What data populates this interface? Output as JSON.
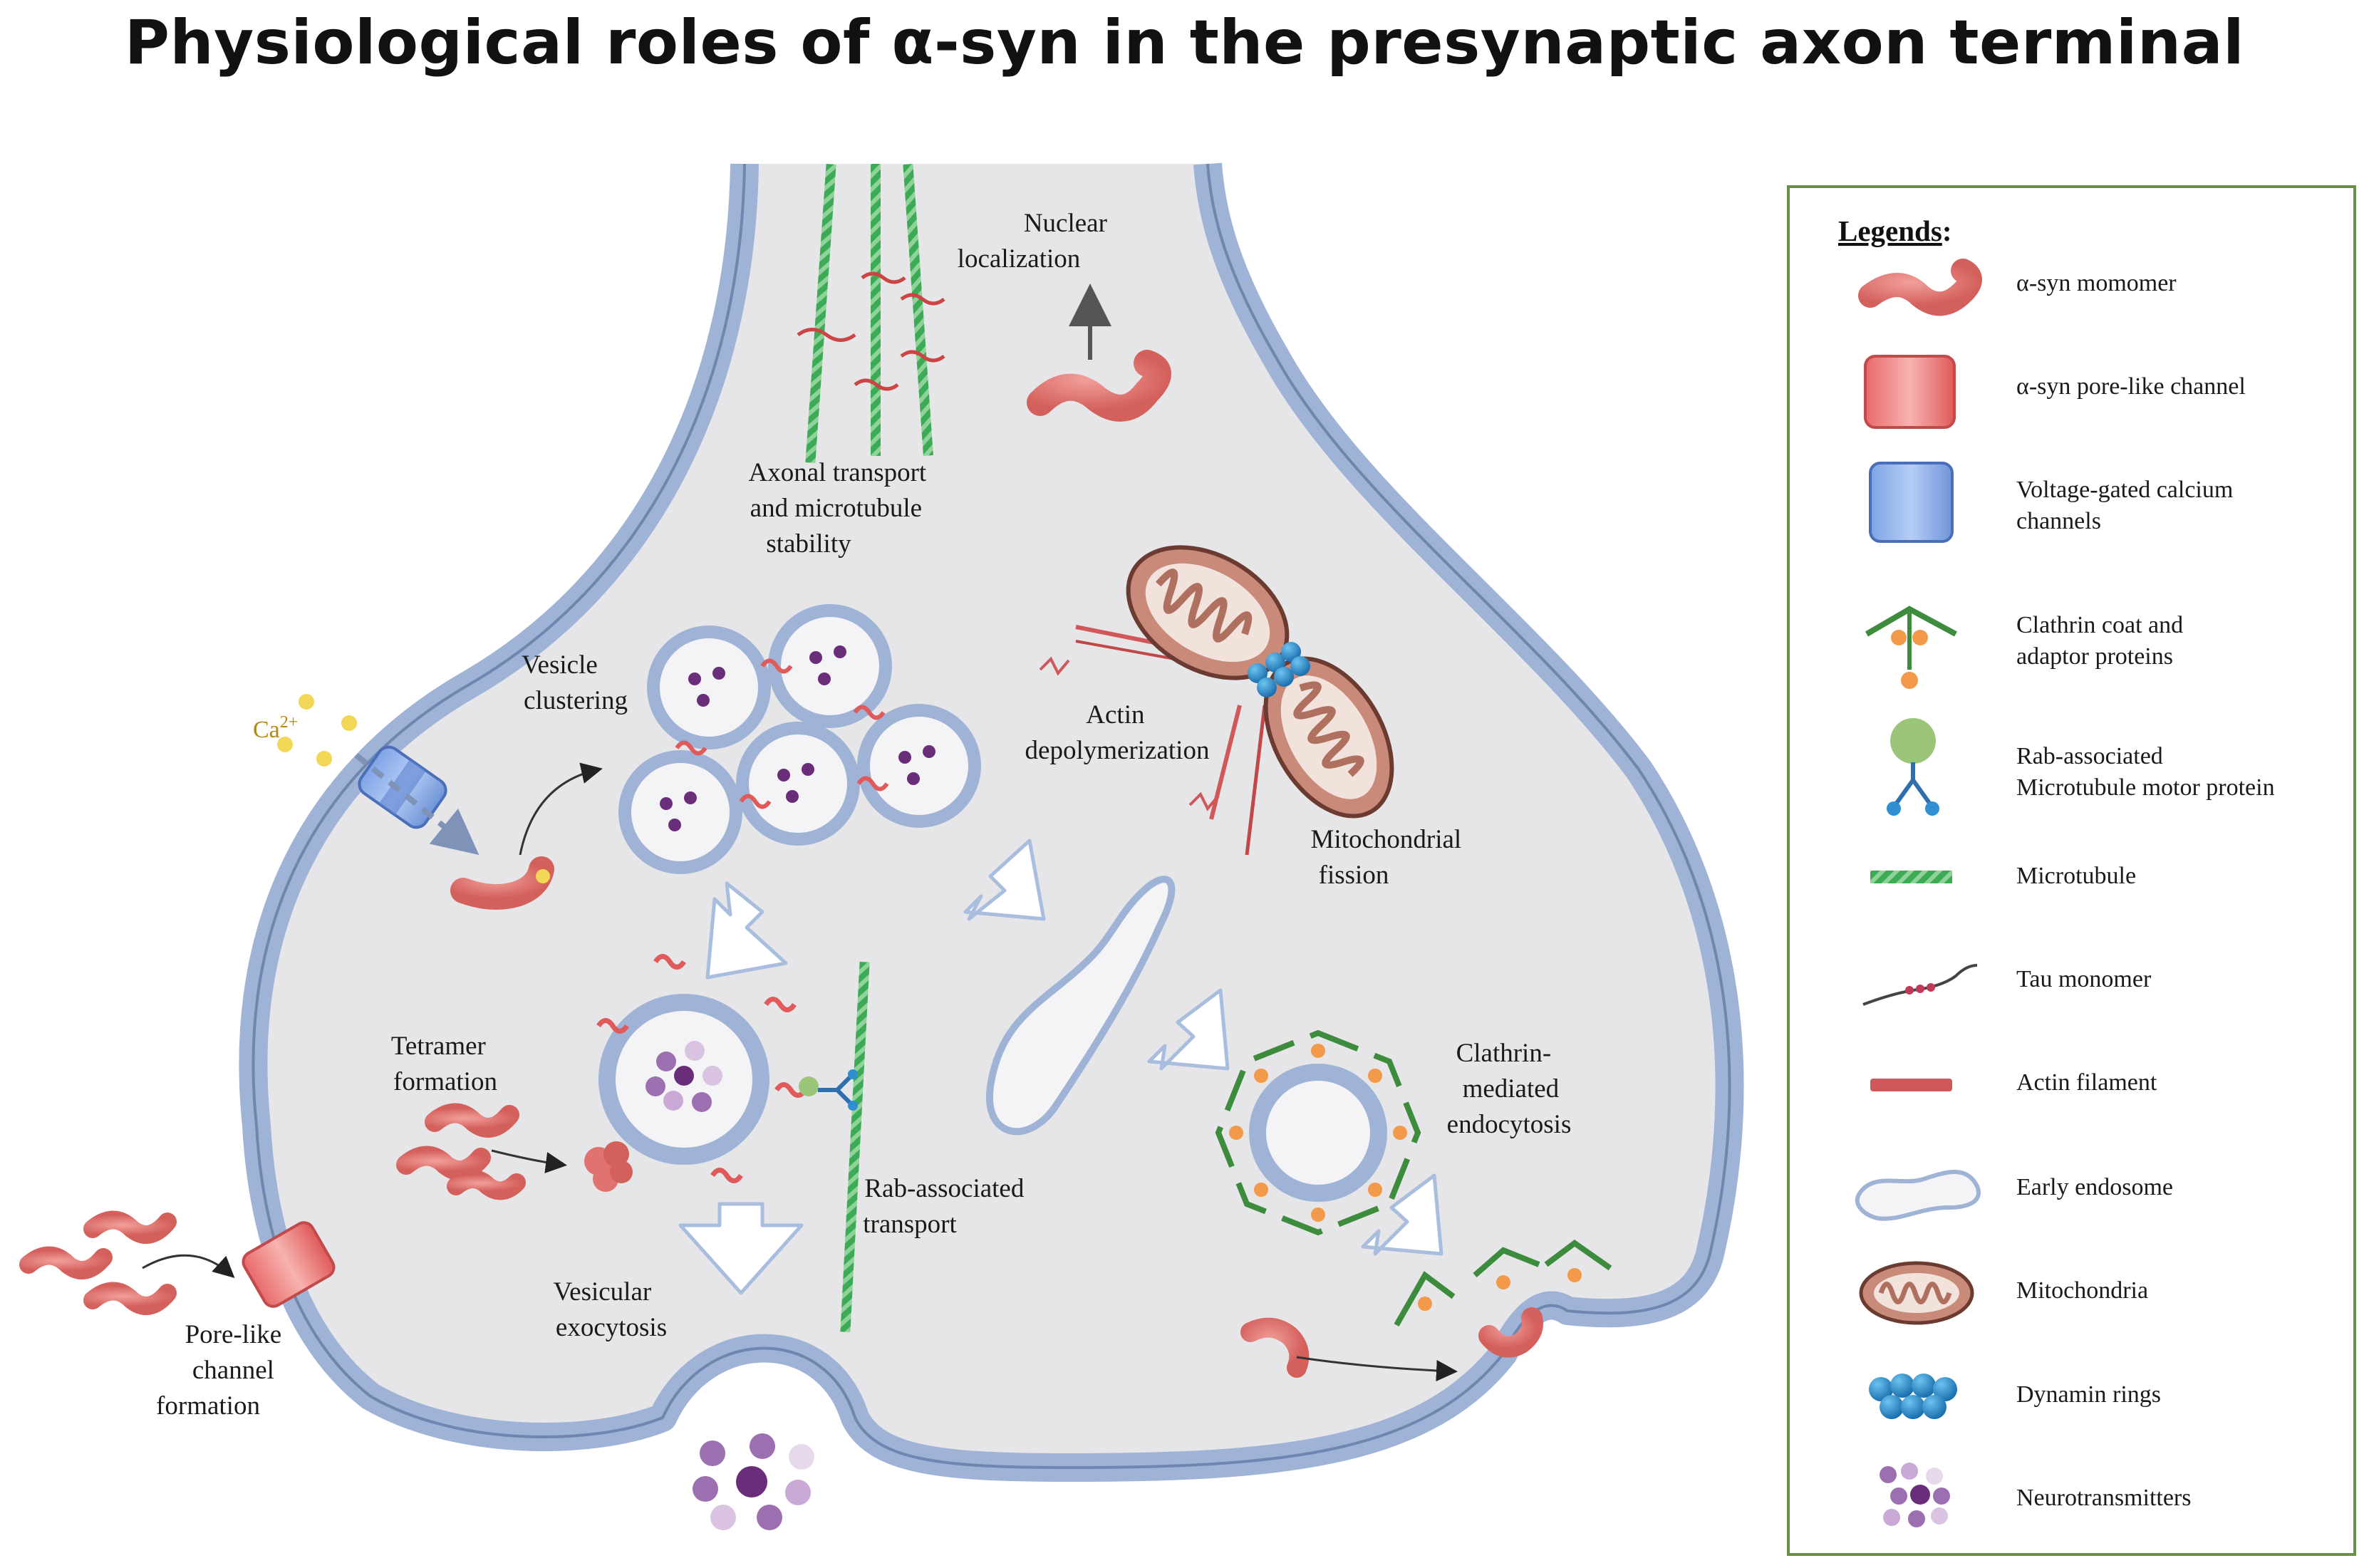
{
  "title": "Physiological roles of α-syn in the presynaptic axon terminal",
  "labels": {
    "nuclear": [
      "Nuclear",
      "localization"
    ],
    "axonal": [
      "Axonal transport",
      "and microtubule",
      "stability"
    ],
    "vesicle": [
      "Vesicle",
      "clustering"
    ],
    "ca": "Ca",
    "ca_sup": "2+",
    "actin": [
      "Actin",
      "depolymerization"
    ],
    "mito": [
      "Mitochondrial",
      "fission"
    ],
    "tetramer": [
      "Tetramer",
      "formation"
    ],
    "rab": [
      "Rab-associated",
      "transport"
    ],
    "clathrin": [
      "Clathrin-",
      "mediated",
      "endocytosis"
    ],
    "exocytosis": [
      "Vesicular",
      "exocytosis"
    ],
    "pore": [
      "Pore-like",
      "channel",
      "formation"
    ]
  },
  "legend": {
    "heading": "Legends",
    "heading_colon": ":",
    "items": [
      {
        "icon": "alpha-syn-monomer-icon",
        "lines": [
          "α-syn momomer"
        ]
      },
      {
        "icon": "alpha-syn-pore-icon",
        "lines": [
          "α-syn pore-like channel"
        ]
      },
      {
        "icon": "calcium-channel-icon",
        "lines": [
          "Voltage-gated calcium",
          "channels"
        ]
      },
      {
        "icon": "clathrin-icon",
        "lines": [
          "Clathrin coat and",
          "adaptor proteins"
        ]
      },
      {
        "icon": "motor-protein-icon",
        "lines": [
          "Rab-associated",
          "Microtubule motor protein"
        ]
      },
      {
        "icon": "microtubule-icon",
        "lines": [
          "Microtubule"
        ]
      },
      {
        "icon": "tau-monomer-icon",
        "lines": [
          "Tau monomer"
        ]
      },
      {
        "icon": "actin-filament-icon",
        "lines": [
          "Actin filament"
        ]
      },
      {
        "icon": "early-endosome-icon",
        "lines": [
          "Early endosome"
        ]
      },
      {
        "icon": "mitochondria-icon",
        "lines": [
          "Mitochondria"
        ]
      },
      {
        "icon": "dynamin-rings-icon",
        "lines": [
          "Dynamin rings"
        ]
      },
      {
        "icon": "neurotransmitters-icon",
        "lines": [
          "Neurotransmitters"
        ]
      }
    ]
  },
  "colors": {
    "membrane": "#9fb3d6",
    "membrane_dark": "#7f93b8",
    "cytoplasm": "#e8e8ea",
    "alpha_syn": "#e0736f",
    "microtubule": "#3daa55",
    "mito": "#c98a7a",
    "dynamin": "#2f8fd1",
    "clathrin": "#3d8b3d",
    "adaptor": "#f39a4a",
    "neurotransmitter": "#7b4a8f",
    "legend_border": "#6a8f4a"
  }
}
